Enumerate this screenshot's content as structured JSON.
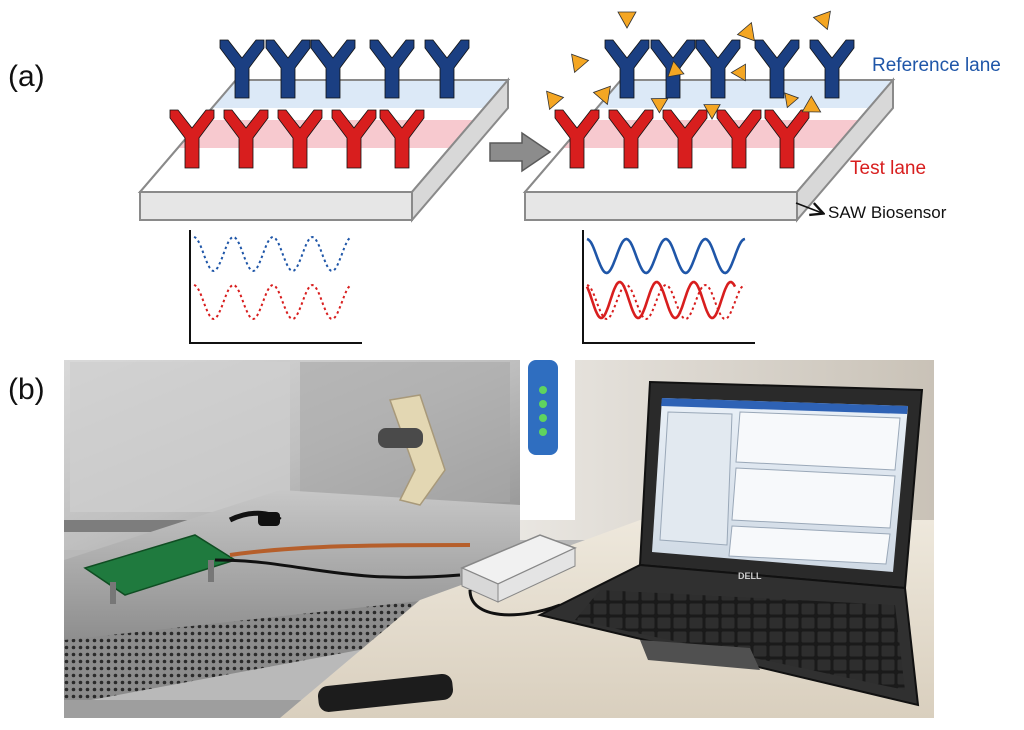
{
  "panels": {
    "a_label": "(a)",
    "b_label": "(b)"
  },
  "diagram": {
    "reference_lane_label": "Reference lane",
    "test_lane_label": "Test lane",
    "sensor_label": "SAW Biosensor"
  },
  "photo": {
    "laptop_brand": "DELL"
  },
  "colors": {
    "reference": "#1f56a8",
    "reference_antibody": "#1b3f82",
    "test": "#d81e1e",
    "reference_band": "#dce9f7",
    "test_band": "#f7c9cf",
    "antigen": "#f4a623",
    "slab_side": "#e6e6e6"
  },
  "icons": {
    "arrow": "right-arrow-icon",
    "antibody": "antibody-y-icon",
    "antigen": "triangle-antigen-icon"
  }
}
